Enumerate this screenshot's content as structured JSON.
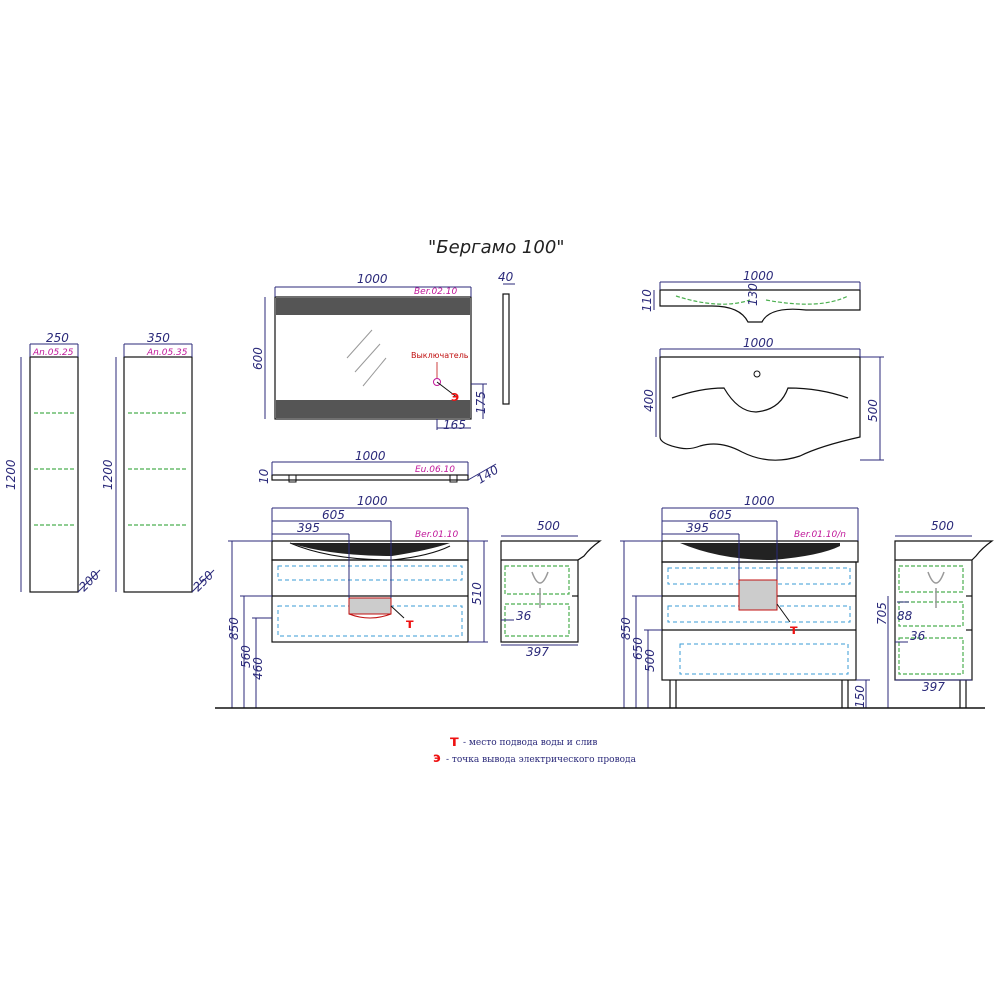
{
  "title": "\"Бергамо 100\"",
  "cabinets": {
    "small": {
      "width": "250",
      "code": "An.05.25",
      "height": "1200",
      "depth": "200"
    },
    "large": {
      "width": "350",
      "code": "An.05.35",
      "height": "1200",
      "depth": "250"
    }
  },
  "mirror": {
    "width": "1000",
    "code": "Ber.02.10",
    "height": "600",
    "depth": "40",
    "switch_label": "Выключатель",
    "elec_mark": "Э",
    "offset_y": "175",
    "offset_x": "165"
  },
  "shelf": {
    "width": "1000",
    "code": "Eu.06.10",
    "thickness": "10",
    "depth": "140"
  },
  "sink_side": {
    "width": "1000",
    "height": "110",
    "small": "130"
  },
  "sink_top": {
    "width": "1000",
    "depth_inner": "400",
    "depth_outer": "500"
  },
  "vanity_wall": {
    "width": "1000",
    "code": "Ber.01.10",
    "w605": "605",
    "w395": "395",
    "h510": "510",
    "h850": "850",
    "h560": "560",
    "h460": "460",
    "t_mark": "т"
  },
  "vanity_wall_side": {
    "depth": "500",
    "d397": "397",
    "d36": "36"
  },
  "vanity_floor": {
    "width": "1000",
    "code": "Ber.01.10/n",
    "w605": "605",
    "w395": "395",
    "h850": "850",
    "h650": "650",
    "h500": "500",
    "h150": "150",
    "t_mark": "т"
  },
  "vanity_floor_side": {
    "depth": "500",
    "d397": "397",
    "d36": "36",
    "h705": "705",
    "h88": "88"
  },
  "legend": [
    {
      "mark": "т",
      "text": "- место подвода воды и слив"
    },
    {
      "mark": "э",
      "text": "- точка вывода электрического провода"
    }
  ],
  "colors": {
    "dimension": "#2b2a7a",
    "code": "#c0189a",
    "marker": "#e11111",
    "hidden": "#3a9bd6",
    "shelf": "#4caf50"
  }
}
